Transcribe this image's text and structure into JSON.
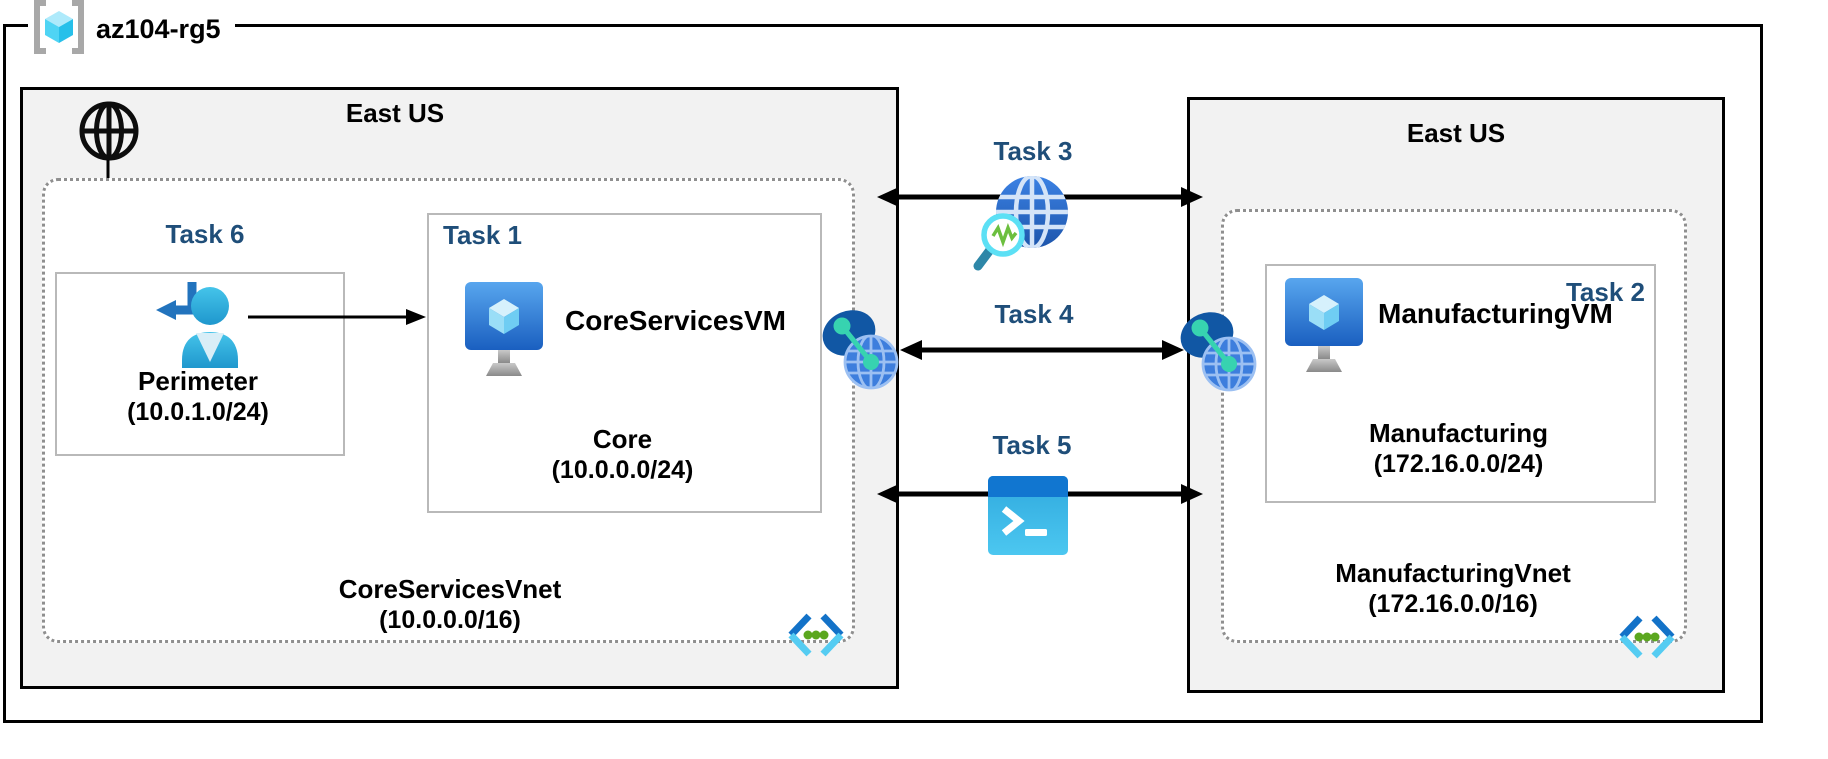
{
  "rg": {
    "label": "az104-rg5"
  },
  "regions": {
    "left": {
      "location": "East US",
      "vnet": {
        "name": "CoreServicesVnet",
        "cidr": "(10.0.0.0/16)"
      },
      "subnets": {
        "perimeter": {
          "task": "Task 6",
          "name": "Perimeter",
          "cidr": "(10.0.1.0/24)"
        },
        "core": {
          "task": "Task 1",
          "vm": "CoreServicesVM",
          "name": "Core",
          "cidr": "(10.0.0.0/24)"
        }
      }
    },
    "right": {
      "location": "East US",
      "vnet": {
        "name": "ManufacturingVnet",
        "cidr": "(172.16.0.0/16)"
      },
      "subnets": {
        "manufacturing": {
          "task": "Task 2",
          "vm": "ManufacturingVM",
          "name": "Manufacturing",
          "cidr": "(172.16.0.0/24)"
        }
      }
    }
  },
  "connections": {
    "task3": {
      "label": "Task 3",
      "icon": "network-watcher-icon"
    },
    "task4": {
      "label": "Task 4",
      "icon": "vnet-peering-icon"
    },
    "task5": {
      "label": "Task 5",
      "icon": "cloud-shell-icon"
    }
  },
  "icons": [
    "resource-group-icon",
    "internet-globe-icon",
    "perimeter-user-icon",
    "virtual-machine-icon",
    "vnet-peering-icon",
    "network-watcher-icon",
    "cloud-shell-icon",
    "virtual-network-icon"
  ],
  "colors": {
    "task_label": "#1F4E79",
    "region_fill": "#F2F2F2",
    "azure_blue": "#1E63C4",
    "azure_cyan": "#49C2EE",
    "peering_teal": "#37D3B0",
    "vnet_dot_green": "#5BA71F"
  }
}
